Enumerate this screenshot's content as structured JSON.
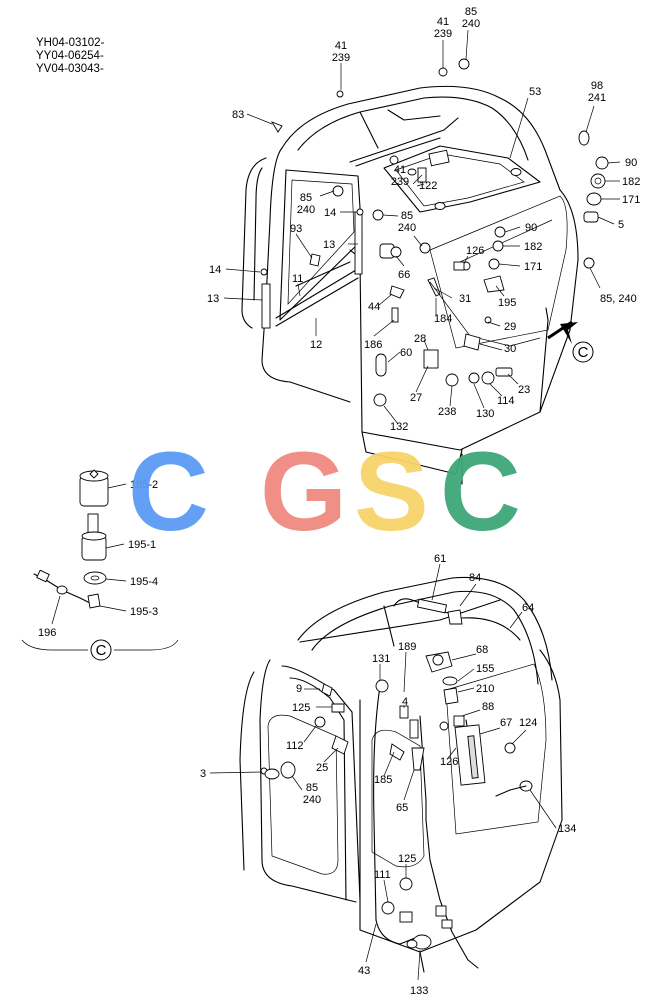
{
  "header": {
    "codes": [
      "YH04-03102-",
      "YY04-06254-",
      "YV04-03043-"
    ]
  },
  "watermark": {
    "letters": [
      "C",
      "G",
      "S",
      "C"
    ],
    "colors": [
      "#5b9bf5",
      "#f08a80",
      "#f7d36a",
      "#3fa77a"
    ]
  },
  "view_marker": {
    "symbol": "C",
    "color": "#000000"
  },
  "labels": {
    "n41a": "41",
    "n239a": "239",
    "n41b": "41",
    "n239b": "239",
    "n85a": "85",
    "n240a": "240",
    "n98": "98",
    "n241": "241",
    "n83": "83",
    "n53": "53",
    "n90a": "90",
    "n182a": "182",
    "n171a": "171",
    "n5": "5",
    "n41c": "41",
    "n239c": "239",
    "n122": "122",
    "n85b": "85",
    "n240b": "240",
    "n14a": "14",
    "n85c": "85",
    "n240c": "240",
    "n90b": "90",
    "n182b": "182",
    "n171b": "171",
    "n126a": "126",
    "n195": "195",
    "n93": "93",
    "n13a": "13",
    "n66": "66",
    "n85d": "85, 240",
    "n14b": "14",
    "n11": "11",
    "n13b": "13",
    "n44": "44",
    "n31": "31",
    "n184": "184",
    "n12": "12",
    "n29": "29",
    "n186": "186",
    "n28": "28",
    "n30": "30",
    "n60": "60",
    "n23": "23",
    "n27": "27",
    "n238": "238",
    "n114": "114",
    "n130": "130",
    "n132": "132",
    "d195_2": "195-2",
    "d195_1": "195-1",
    "d195_4": "195-4",
    "d195_3": "195-3",
    "d196": "196",
    "dC": "C",
    "b61": "61",
    "b84": "84",
    "b64": "64",
    "b189": "189",
    "b68": "68",
    "b131": "131",
    "b155": "155",
    "b210": "210",
    "b9": "9",
    "b4": "4",
    "b88": "88",
    "b125a": "125",
    "b67": "67",
    "b124": "124",
    "b112": "112",
    "b126": "126",
    "b25": "25",
    "b3": "3",
    "b185": "185",
    "b85": "85",
    "b240": "240",
    "b65": "65",
    "b134": "134",
    "b125b": "125",
    "b111": "111",
    "b43": "43",
    "b133": "133"
  }
}
